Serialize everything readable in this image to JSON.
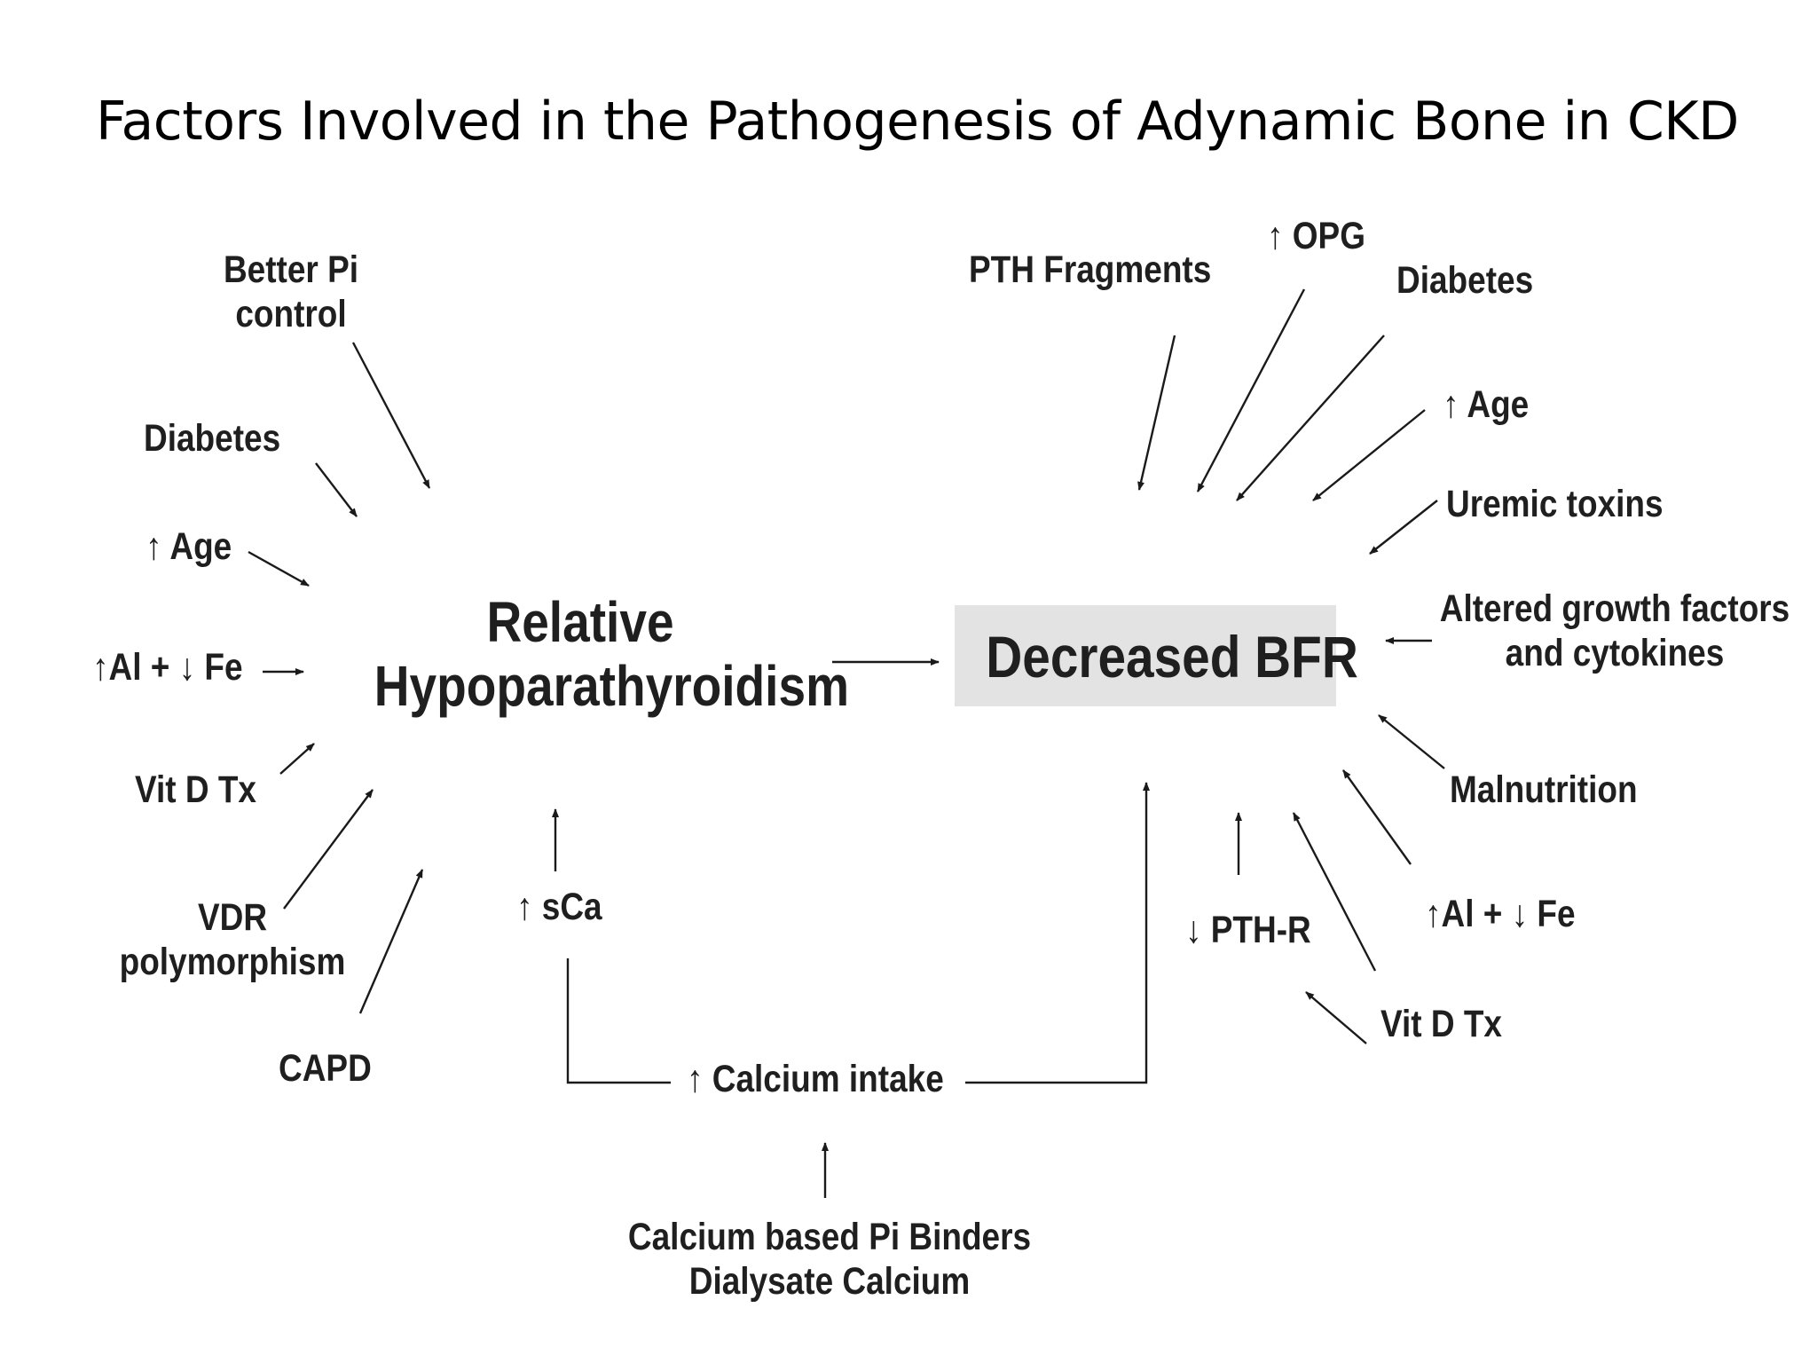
{
  "title": "Factors Involved in the Pathogenesis of Adynamic Bone in CKD",
  "nodes": {
    "relative_hypo_line1": "Relative",
    "relative_hypo_line2": "Hypoparathyroidism",
    "decreased_bfr": "Decreased BFR",
    "better_pi_line1": "Better Pi",
    "better_pi_line2": "control",
    "diabetes_left": "Diabetes",
    "age_left": "↑ Age",
    "al_fe_left": "↑Al + ↓ Fe",
    "vitd_left": "Vit D Tx",
    "vdr_line1": "VDR",
    "vdr_line2": "polymorphism",
    "capd": "CAPD",
    "sca": "↑ sCa",
    "calcium_intake": "↑ Calcium intake",
    "binders_line1": "Calcium based Pi Binders",
    "binders_line2": "Dialysate Calcium",
    "pth_fragments": "PTH Fragments",
    "opg": "↑ OPG",
    "diabetes_right": "Diabetes",
    "age_right": "↑ Age",
    "uremic_toxins": "Uremic toxins",
    "growth_line1": "Altered growth factors",
    "growth_line2": "and cytokines",
    "malnutrition": "Malnutrition",
    "al_fe_right": "↑Al + ↓ Fe",
    "vitd_right": "Vit D Tx",
    "pth_r": "↓ PTH-R"
  },
  "colors": {
    "text": "#1f1f1f",
    "arrow": "#1a1a1a",
    "bfr_box": "#e3e3e3",
    "background": "#ffffff"
  }
}
